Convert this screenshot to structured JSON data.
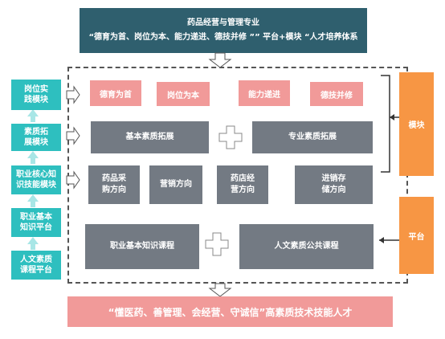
{
  "header": {
    "line1": "药品经营与管理专业",
    "line2": "“德育为首、岗位为本、能力递进、德技并修 ”” 平台+模块 “人才培养体系"
  },
  "left_steps": [
    {
      "label": "岗位实\n践模块"
    },
    {
      "label": "素质拓\n展模块"
    },
    {
      "label": "职业核心知\n识技能模块"
    },
    {
      "label": "职业基本\n知识平台"
    },
    {
      "label": "人文素质\n课程平台"
    }
  ],
  "principles": [
    "德育为首",
    "岗位为本",
    "能力递进",
    "德技并修"
  ],
  "expansion": [
    "基本素质拓展",
    "专业素质拓展"
  ],
  "directions": [
    "药品采\n购方向",
    "营销方向",
    "药店经\n营方向",
    "进销存\n储方向"
  ],
  "platform_courses": [
    "职业基本知识课程",
    "人文素质公共课程"
  ],
  "side_labels": {
    "module": "模块",
    "platform": "平台"
  },
  "footer": "“懂医药、善管理、会经营、守诚信”高素质技术技能人才"
}
